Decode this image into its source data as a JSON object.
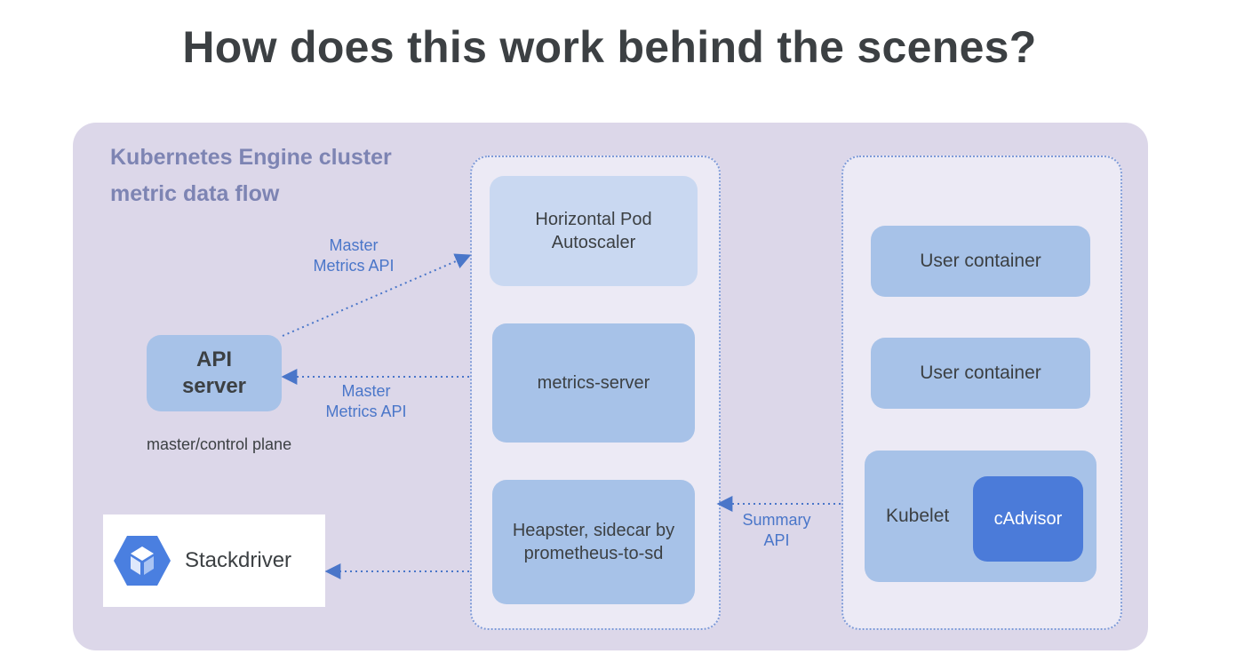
{
  "title": "How does this work behind the scenes?",
  "cluster": {
    "title_line1": "Kubernetes Engine cluster",
    "title_line2": "metric data flow"
  },
  "components": {
    "hpa": "Horizontal Pod Autoscaler",
    "metrics_server": "metrics-server",
    "heapster": "Heapster, sidecar by prometheus-to-sd",
    "user_container_1": "User container",
    "user_container_2": "User container",
    "kubelet": "Kubelet",
    "cadvisor": "cAdvisor",
    "api_server": "API server",
    "control_plane": "master/control plane",
    "stackdriver": "Stackdriver"
  },
  "flows": [
    {
      "label": "Master Metrics API",
      "from": "API server",
      "to": "Horizontal Pod Autoscaler"
    },
    {
      "label": "Master Metrics API",
      "from": "metrics-server",
      "to": "API server"
    },
    {
      "label": "Summary API",
      "from": "Kubelet",
      "to": "Heapster, sidecar by prometheus-to-sd"
    },
    {
      "label": "",
      "from": "Heapster, sidecar by prometheus-to-sd",
      "to": "Stackdriver"
    }
  ],
  "colors": {
    "cluster_bg": "#dcd7e9",
    "box": "#a7c2e8",
    "box_light": "#c9d8f1",
    "cadvisor": "#4b7bd9",
    "arrow": "#4a76c9",
    "title_accent": "#7d84b3"
  },
  "icons": {
    "stackdriver_logo": "stackdriver-hexagon-icon"
  }
}
